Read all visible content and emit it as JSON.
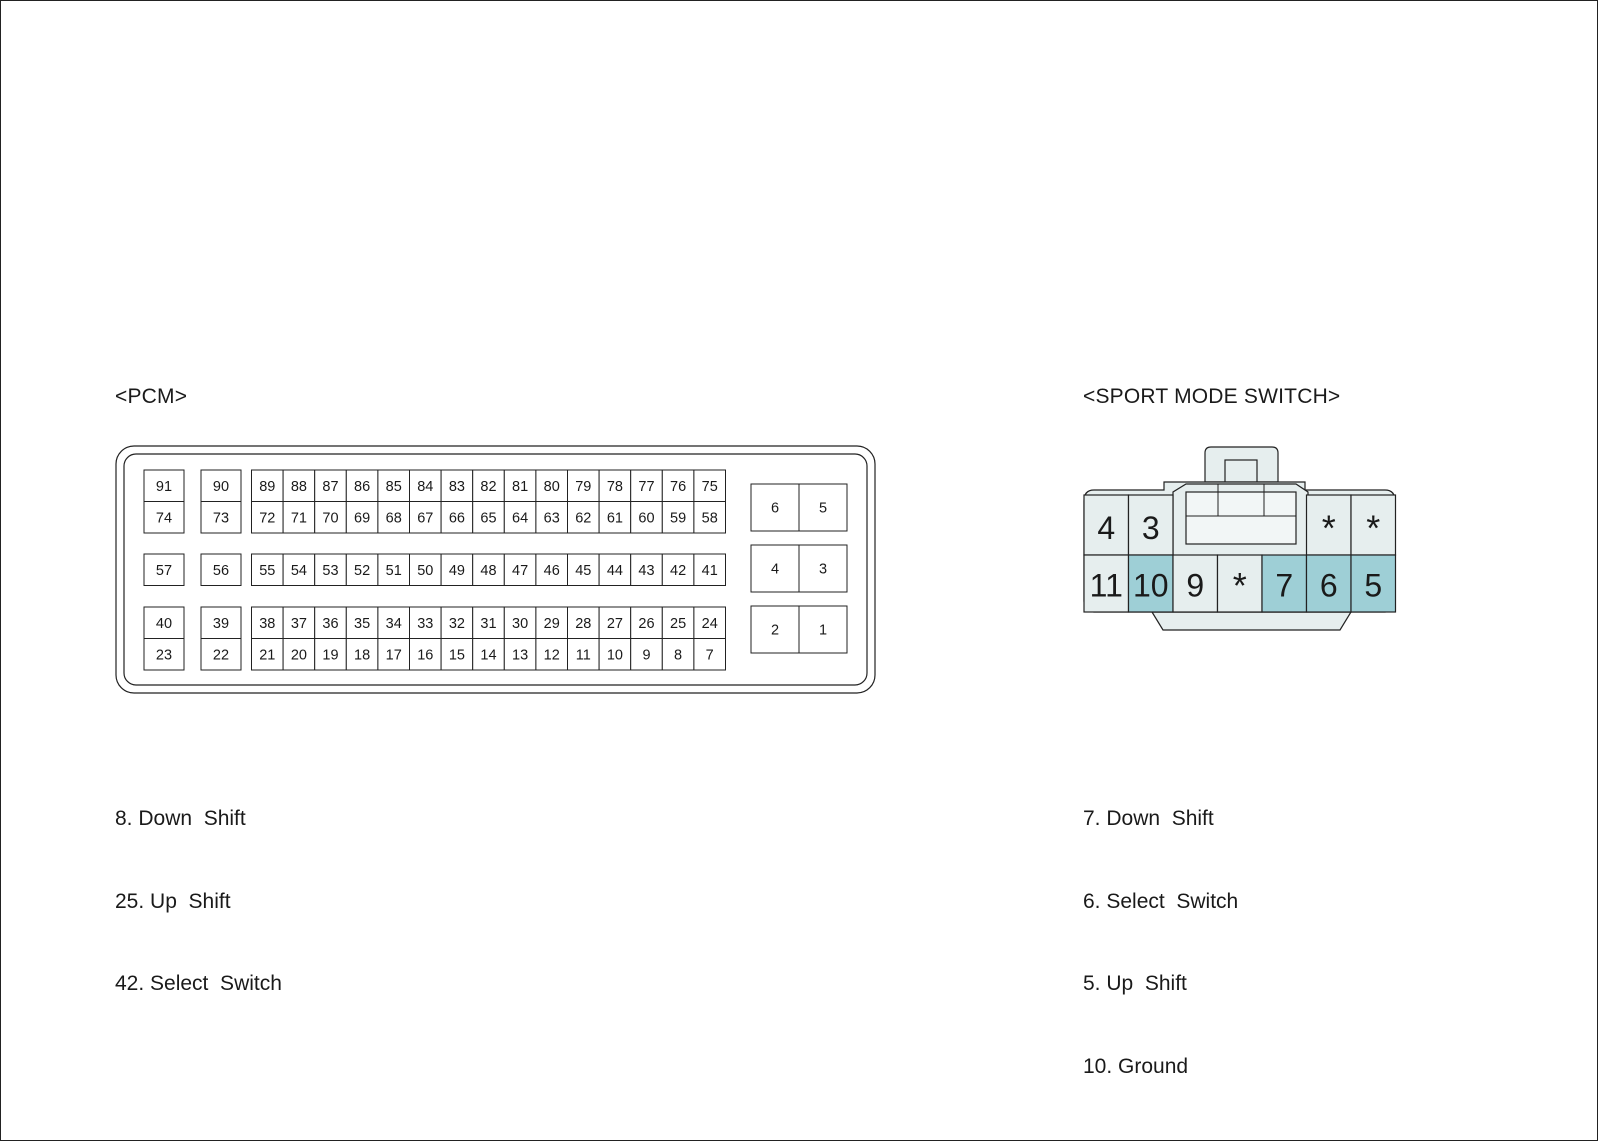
{
  "pcm": {
    "title": "<PCM>",
    "singles": [
      [
        "91",
        "74",
        "90",
        "73"
      ],
      [
        "57",
        "56"
      ],
      [
        "40",
        "23",
        "39",
        "22"
      ]
    ],
    "row1_top": [
      "89",
      "88",
      "87",
      "86",
      "85",
      "84",
      "83",
      "82",
      "81",
      "80",
      "79",
      "78",
      "77",
      "76",
      "75"
    ],
    "row1_bottom": [
      "72",
      "71",
      "70",
      "69",
      "68",
      "67",
      "66",
      "65",
      "64",
      "63",
      "62",
      "61",
      "60",
      "59",
      "58"
    ],
    "row2": [
      "55",
      "54",
      "53",
      "52",
      "51",
      "50",
      "49",
      "48",
      "47",
      "46",
      "45",
      "44",
      "43",
      "42",
      "41"
    ],
    "row3_top": [
      "38",
      "37",
      "36",
      "35",
      "34",
      "33",
      "32",
      "31",
      "30",
      "29",
      "28",
      "27",
      "26",
      "25",
      "24"
    ],
    "row3_bottom": [
      "21",
      "20",
      "19",
      "18",
      "17",
      "16",
      "15",
      "14",
      "13",
      "12",
      "11",
      "10",
      "9",
      "8",
      "7"
    ],
    "power_pins": [
      [
        "6",
        "5"
      ],
      [
        "4",
        "3"
      ],
      [
        "2",
        "1"
      ]
    ],
    "legend": [
      "8. Down  Shift",
      "25. Up  Shift",
      "42. Select  Switch"
    ]
  },
  "switch": {
    "title": "<SPORT MODE SWITCH>",
    "top_pins": [
      "4",
      "3",
      "*",
      "*"
    ],
    "bottom_pins": [
      "11",
      "10",
      "9",
      "*",
      "7",
      "6",
      "5"
    ],
    "highlighted": [
      "10",
      "7",
      "6",
      "5"
    ],
    "highlight_color": "#9ecfd6",
    "body_color": "#e6eeee",
    "legend": [
      "7. Down  Shift",
      "6. Select  Switch",
      "5. Up  Shift",
      "10. Ground"
    ]
  }
}
